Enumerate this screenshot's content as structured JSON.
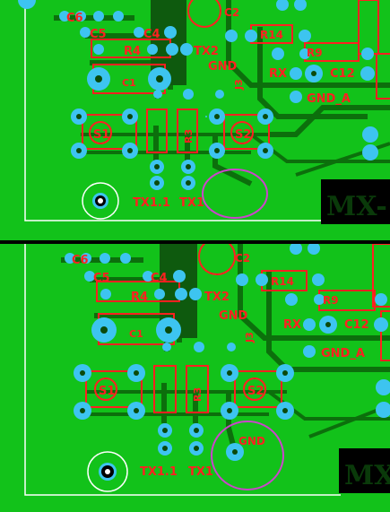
{
  "colors": {
    "board": "#12c21a",
    "pad": "#3dc4f0",
    "copper": "#0c6f0c",
    "silk": "#ff2020",
    "outline": "#ffffff",
    "marker": "#cc44cc",
    "logo_bg": "#000000",
    "logo_text": "#0a3a0a"
  },
  "top_panel": {
    "labels": {
      "c6": "C6",
      "c5": "C5",
      "c4": "C4",
      "r4": "R4",
      "c1": "C1",
      "tx2": "TX2",
      "gnd": "GND",
      "r14": "R14",
      "r9": "R9",
      "rx": "RX",
      "c12": "C12",
      "gnd_a": "GND_A",
      "c2": "C2",
      "j3": "J3",
      "s1": "S1",
      "s2": "S2",
      "r3": "R3",
      "tx11": "TX1.1",
      "tx1": "TX1"
    },
    "logo_text": "MX-"
  },
  "bottom_panel": {
    "labels": {
      "c6": "C6",
      "c5": "C5",
      "c4": "C4",
      "r4": "R4",
      "c1": "C1",
      "tx2": "TX2",
      "gnd": "GND",
      "r14": "R14",
      "r9": "R9",
      "rx": "RX",
      "c12": "C12",
      "gnd_a": "GND_A",
      "c2": "C2",
      "j3": "J3",
      "s1": "S1",
      "s2": "S2",
      "r3": "R3",
      "tx11": "TX1.1",
      "tx1": "TX1",
      "gnd_pad": "GND"
    },
    "logo_text": "MX"
  }
}
